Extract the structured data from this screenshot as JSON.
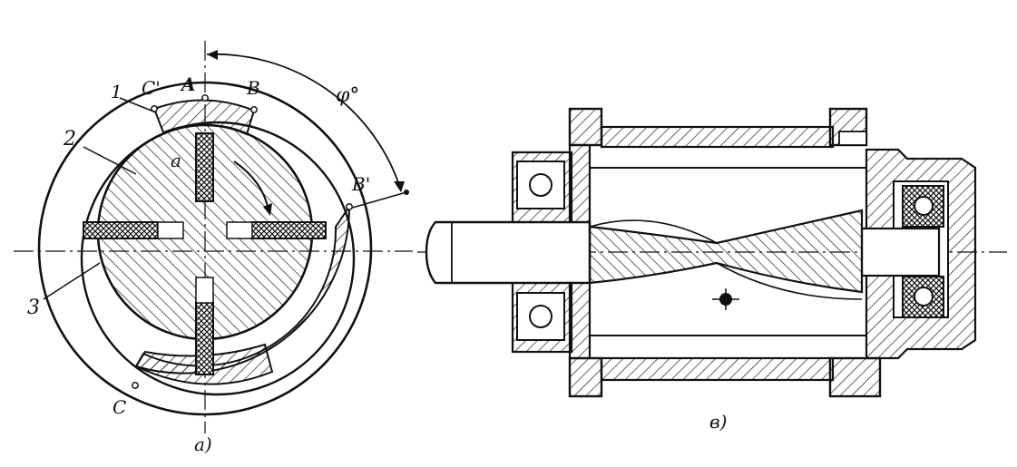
{
  "figure_a": {
    "caption": "a)",
    "labels": {
      "num1": "1",
      "num2": "2",
      "num3": "3",
      "pt_A": "A",
      "pt_B": "B",
      "pt_B_prime": "B'",
      "pt_C": "C",
      "pt_C_prime": "C'",
      "angle_phi": "φ°",
      "rotor_a": "a"
    }
  },
  "figure_b": {
    "caption": "в)"
  },
  "colors": {
    "ink": "#111111",
    "paper": "#ffffff"
  }
}
